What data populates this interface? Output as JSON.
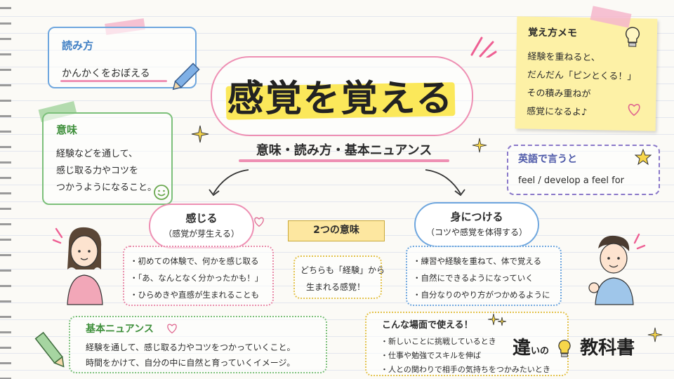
{
  "title": "感覚を覚える",
  "subtitle": "意味・読み方・基本ニュアンス",
  "yomikata": {
    "heading": "読み方",
    "text": "かんかくをおぼえる"
  },
  "imi": {
    "heading": "意味",
    "lines": [
      "経験などを通して、",
      "感じ取る力やコツを",
      "つかうようになること。"
    ]
  },
  "memo": {
    "heading": "覚え方メモ",
    "lines": [
      "経験を重ねると、",
      "だんだん「ピンとくる！」",
      "その積み重ねが",
      "感覚になるよ♪"
    ]
  },
  "english": {
    "heading": "英語で言うと",
    "text": "feel / develop a feel for"
  },
  "kanjiru": {
    "heading": "感じる",
    "sub": "（感覚が芽生える）",
    "items": [
      "・初めての体験で、何かを感じ取る",
      "・「あ、なんとなく分かったかも！」",
      "・ひらめきや直感が生まれることも"
    ]
  },
  "futatsu": {
    "banner": "2つの意味",
    "lines": [
      "どちらも「経験」から",
      "生まれる感覚！"
    ]
  },
  "mitsukeru": {
    "heading": "身につける",
    "sub": "（コツや感覚を体得する）",
    "items": [
      "・練習や経験を重ねて、体で覚える",
      "・自然にできるようになっていく",
      "・自分なりのやり方がつかめるように"
    ]
  },
  "nuance": {
    "heading": "基本ニュアンス",
    "lines": [
      "経験を通して、感じ取る力やコツをつかっていくこと。",
      "時間をかけて、自分の中に自然と育っていくイメージ。"
    ]
  },
  "scenes": {
    "heading": "こんな場面で使える！",
    "items": [
      "・新しいことに挑戦しているとき",
      "・仕事や勉強でスキルを伸ば",
      "・人との関わりで相手の気持ちをつかみたいとき"
    ]
  },
  "logo": {
    "part1": "違",
    "part2": "いの",
    "part3": "教科書"
  },
  "colors": {
    "pink": "#ee8fb3",
    "yellow": "#fbe85a",
    "blue": "#6ea6de",
    "green": "#7cc07a",
    "purple": "#8a78c9"
  },
  "icons": [
    "pencil-icon",
    "lightbulb-icon",
    "heart-icon",
    "star-icon",
    "sparkle-icon",
    "smiley-icon",
    "arrow-icon",
    "girl-illustration",
    "boy-illustration"
  ]
}
